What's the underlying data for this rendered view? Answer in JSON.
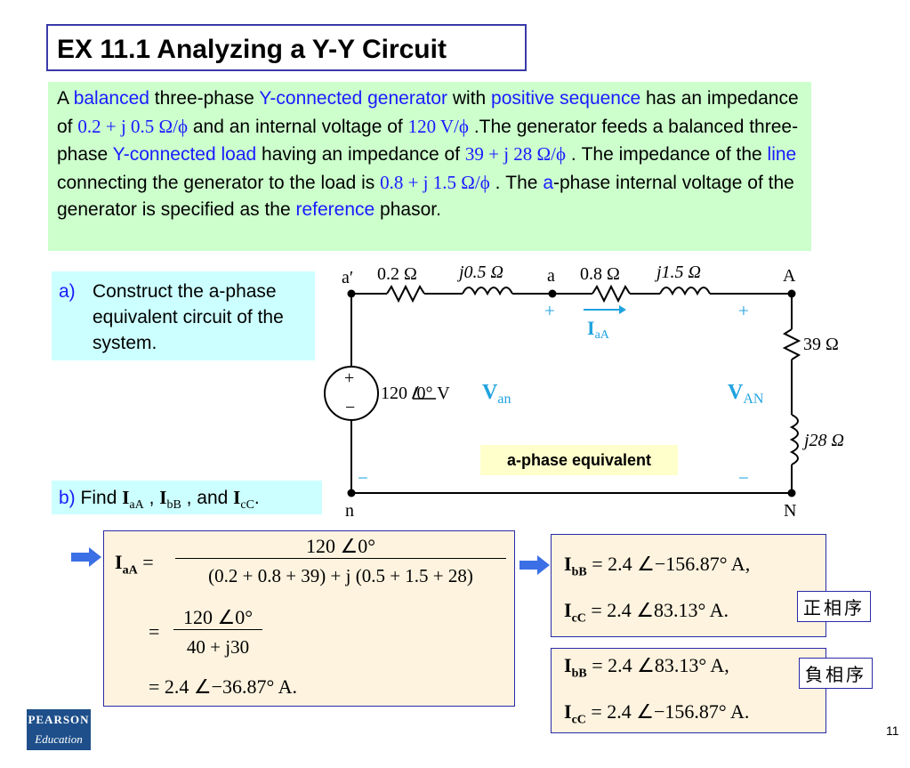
{
  "title": "EX 11.1 Analyzing a Y-Y Circuit",
  "problem": {
    "t1": "A ",
    "b1": "balanced",
    "t2": " three-phase ",
    "b2": "Y-connected generator",
    "t3": " with ",
    "b3": "positive sequence",
    "t4": " has an impedance of ",
    "m1": "0.2 + j 0.5 Ω/ϕ",
    "t5": " and an internal voltage of ",
    "m2": "120 V/ϕ",
    "t6": " .The generator feeds a balanced three-phase ",
    "b4": "Y-connected load",
    "t7": " having an impedance of ",
    "m3": "39 + j 28 Ω/ϕ",
    "t8": " . The impedance of the ",
    "b5": "line",
    "t9": " connecting the generator to the load is ",
    "m4": "0.8 + j 1.5 Ω/ϕ",
    "t10": " . The ",
    "b6": "a",
    "t11": "-phase internal voltage of the generator is specified as the ",
    "b7": "reference",
    "t12": " phasor."
  },
  "question_a": {
    "label": "a)",
    "text": "Construct the a-phase equivalent circuit of the system."
  },
  "question_b": {
    "label": "b)",
    "find": "Find ",
    "i1": "I",
    "s1": "aA",
    "sep1": " , ",
    "i2": "I",
    "s2": "bB",
    "sep2": " , and ",
    "i3": "I",
    "s3": "cC",
    "end": "."
  },
  "circuit": {
    "node_a_prime": "a′",
    "node_a": "a",
    "node_A": "A",
    "node_n": "n",
    "node_N": "N",
    "r_gen": "0.2 Ω",
    "x_gen": "j0.5 Ω",
    "r_line": "0.8 Ω",
    "x_line": "j1.5 Ω",
    "r_load": "39 Ω",
    "x_load": "j28 Ω",
    "source": "120 /0° V",
    "plus": "+",
    "minus": "−",
    "v_an": "V",
    "v_an_sub": "an",
    "v_AN": "V",
    "v_AN_sub": "AN",
    "i_aA": "I",
    "i_aA_sub": "aA"
  },
  "equiv_label": "a-phase equivalent",
  "eq_main": {
    "lhs": "I",
    "lhs_sub": "aA",
    "eq": "=",
    "num1": "120 ∠0°",
    "den1": "(0.2 + 0.8 + 39) + j (0.5 + 1.5 + 28)",
    "num2": "120 ∠0°",
    "den2": "40 + j30",
    "res": "= 2.4 ∠−36.87° A."
  },
  "eq_pos": {
    "l1": "I",
    "l1s": "bB",
    "r1": " = 2.4 ∠−156.87° A,",
    "l2": "I",
    "l2s": "cC",
    "r2": " = 2.4 ∠83.13° A."
  },
  "eq_neg": {
    "l1": "I",
    "l1s": "bB",
    "r1": " = 2.4 ∠83.13° A,",
    "l2": "I",
    "l2s": "cC",
    "r2": " = 2.4 ∠−156.87° A."
  },
  "tag_pos": "正相序",
  "tag_neg": "負相序",
  "logo": {
    "line1": "PEARSON",
    "line2": "Education"
  },
  "page_number": "11",
  "colors": {
    "highlight_blue": "#1a1aff",
    "circuit_cyan": "#1fa3e0",
    "problem_bg": "#ccffcc",
    "question_bg": "#ccffff",
    "arrow": "#3b6fe6"
  }
}
